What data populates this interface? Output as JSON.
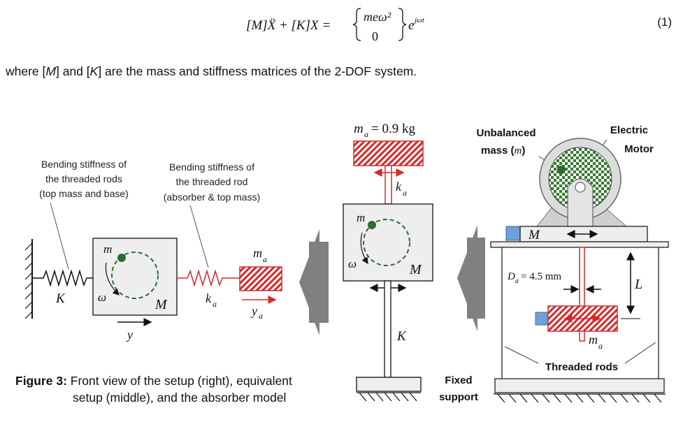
{
  "equation": {
    "lhs": "[M]Ẍ + [K]X =",
    "vec_top": "meω²",
    "vec_bottom": "0",
    "rhs_exp": "e",
    "rhs_sup": "jωt",
    "number": "(1)"
  },
  "sentence": {
    "part1": "where [",
    "m": "M",
    "part2": "] and [",
    "k": "K",
    "part3": "] are the mass and stiffness matrices of the 2-DOF system."
  },
  "left_model": {
    "label_k_line1": "Bending stiffness of",
    "label_k_line2": "the threaded rods",
    "label_k_line3": "(top mass and base)",
    "label_ka_line1": "Bending stiffness of",
    "label_ka_line2": "the threaded rod",
    "label_ka_line3": "(absorber & top mass)",
    "spring_K": "K",
    "spring_ka": "k",
    "spring_ka_sub": "a",
    "mass_M": "M",
    "mass_m": "m",
    "omega": "ω",
    "absorber_m": "m",
    "absorber_m_sub": "a",
    "disp_y": "y",
    "disp_ya": "y",
    "disp_ya_sub": "a"
  },
  "middle_model": {
    "ma_value": "= 0.9 kg",
    "ma": "m",
    "ma_sub": "a",
    "ka": "k",
    "ka_sub": "a",
    "m": "m",
    "omega": "ω",
    "M": "M",
    "K": "K"
  },
  "right_setup": {
    "unbalanced_line1": "Unbalanced",
    "unbalanced_line2": "mass (",
    "unbalanced_m": "m",
    "unbalanced_close": ")",
    "motor_line1": "Electric",
    "motor_line2": "Motor",
    "M": "M",
    "Da": "D",
    "Da_sub": "a",
    "Da_value": "= 4.5 mm",
    "L": "L",
    "ma": "m",
    "ma_sub": "a",
    "rods": "Threaded rods"
  },
  "fixed_support_line1": "Fixed",
  "fixed_support_line2": "support",
  "caption": {
    "label": "Figure 3:",
    "line1": " Front view of the setup (right), equivalent",
    "line2": "setup (middle), and the absorber model"
  },
  "colors": {
    "red": "#d42a2a",
    "green": "#2e6b2e",
    "grey_arrow": "#808080",
    "box_fill": "#eeeeee",
    "blue": "#5b8fd1"
  }
}
